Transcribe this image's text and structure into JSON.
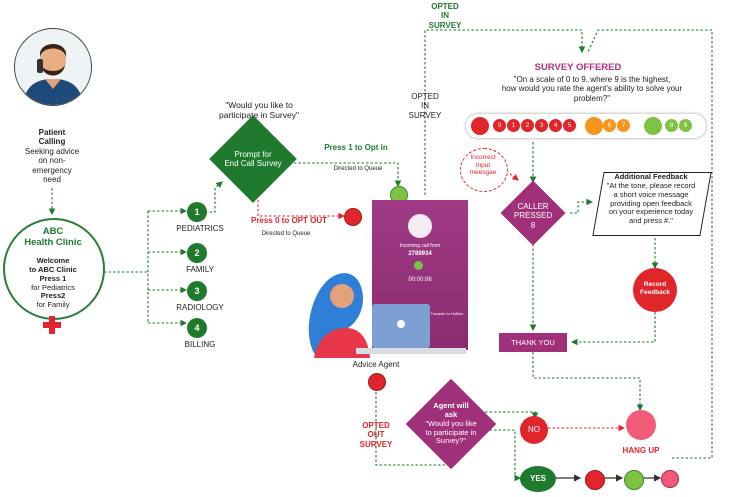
{
  "patient": {
    "title": "Patient Calling",
    "desc_lines": [
      "Seeking advice",
      "on non-",
      "emergency",
      "need"
    ]
  },
  "clinic": {
    "name_lines": [
      "ABC",
      "Health Clinic"
    ],
    "welcome_lines": [
      "Welcome",
      "to ABC Clinic"
    ],
    "press1": "Press 1",
    "press1_desc": "for Pediatrics",
    "press2": "Press2",
    "press2_desc": "for Family"
  },
  "menu": [
    {
      "num": "1",
      "label": "PEDIATRICS"
    },
    {
      "num": "2",
      "label": "FAMILY"
    },
    {
      "num": "3",
      "label": "RADIOLOGY"
    },
    {
      "num": "4",
      "label": "BILLING"
    }
  ],
  "prompt": {
    "question_lines": [
      "\"Would you like to",
      "participate in Survey\""
    ],
    "diamond_lines": [
      "Prompt for",
      "End Call Survey"
    ],
    "press1_opt_in": "Press 1 to Opt in",
    "directed_to_queue_1": "Directed to Queue",
    "press0_opt_out": "Press 0 to OPT OUT",
    "directed_to_queue_2": "Directed to Queue"
  },
  "phone": {
    "incoming": "Incoming call from",
    "number": "2789934",
    "timer": "00:00:06",
    "transfer": "Transfer to Hotline"
  },
  "agent": {
    "label": "Advice Agent"
  },
  "opted_in_top": [
    "OPTED",
    "IN",
    "SURVEY"
  ],
  "opted_in_mid": [
    "OPTED",
    "IN",
    "SURVEY"
  ],
  "survey": {
    "title": "SURVEY OFFERED",
    "question_lines": [
      "\"On a scale of 0 to 9, where 9 is the highest,",
      "how would you rate the agent's ability to solve your",
      "problem?\""
    ],
    "scale": [
      "0",
      "1",
      "2",
      "3",
      "4",
      "5",
      "6",
      "7",
      "8",
      "9"
    ],
    "incorrect_lines": [
      "Incorrect",
      "Input",
      "meesgae"
    ],
    "caller_pressed_lines": [
      "CALLER",
      "PRESSED",
      "8"
    ],
    "feedback_title": "Additional Feedback",
    "feedback_lines": [
      "\"At the tone, please record",
      "a short voice message",
      "providing open feedback",
      "on your experience today",
      "and press #.\""
    ],
    "record_lines": [
      "Record",
      "Feedback"
    ],
    "thank_you": "THANK YOU",
    "hang_up": "HANG UP"
  },
  "opted_out": [
    "OPTED",
    "OUT",
    "SURVEY"
  ],
  "agent_ask": {
    "lines": [
      "Agent will",
      "ask",
      "\"Would you like",
      "to participate in",
      "Survey?\""
    ]
  },
  "no_label": "NO",
  "yes_label": "YES",
  "colors": {
    "green": "#1f7a2e",
    "purple": "#a0307a",
    "red": "#e0252b",
    "survey_title": "#b0307e"
  }
}
